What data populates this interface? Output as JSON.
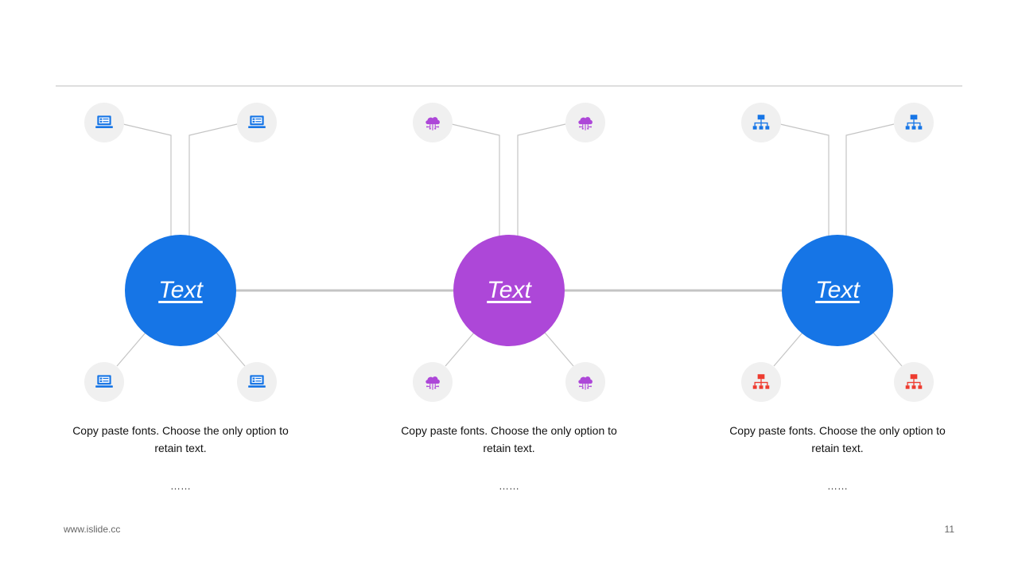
{
  "colors": {
    "blue": "#1675e6",
    "purple": "#ad47d8",
    "red": "#ee3b2f",
    "connector": "#c4c4c4",
    "node_bg": "#f0f0f0"
  },
  "groups": [
    {
      "hub_label": "Text",
      "hub_color": "#1675e6",
      "icon": "laptop-icon",
      "node_colors": [
        "#1675e6",
        "#1675e6",
        "#1675e6",
        "#1675e6"
      ],
      "description": "Copy paste fonts. Choose the only option to retain text.",
      "ellipsis": "……"
    },
    {
      "hub_label": "Text",
      "hub_color": "#ad47d8",
      "icon": "cloud-network-icon",
      "node_colors": [
        "#ad47d8",
        "#ad47d8",
        "#ad47d8",
        "#ad47d8"
      ],
      "description": "Copy paste fonts. Choose the only option to retain text.",
      "ellipsis": "……"
    },
    {
      "hub_label": "Text",
      "hub_color": "#1675e6",
      "icon": "org-chart-icon",
      "node_colors": [
        "#1675e6",
        "#1675e6",
        "#ee3b2f",
        "#ee3b2f"
      ],
      "description": "Copy paste fonts. Choose the only option to retain text.",
      "ellipsis": "……"
    }
  ],
  "footer": {
    "website": "www.islide.cc",
    "page_number": "11"
  }
}
